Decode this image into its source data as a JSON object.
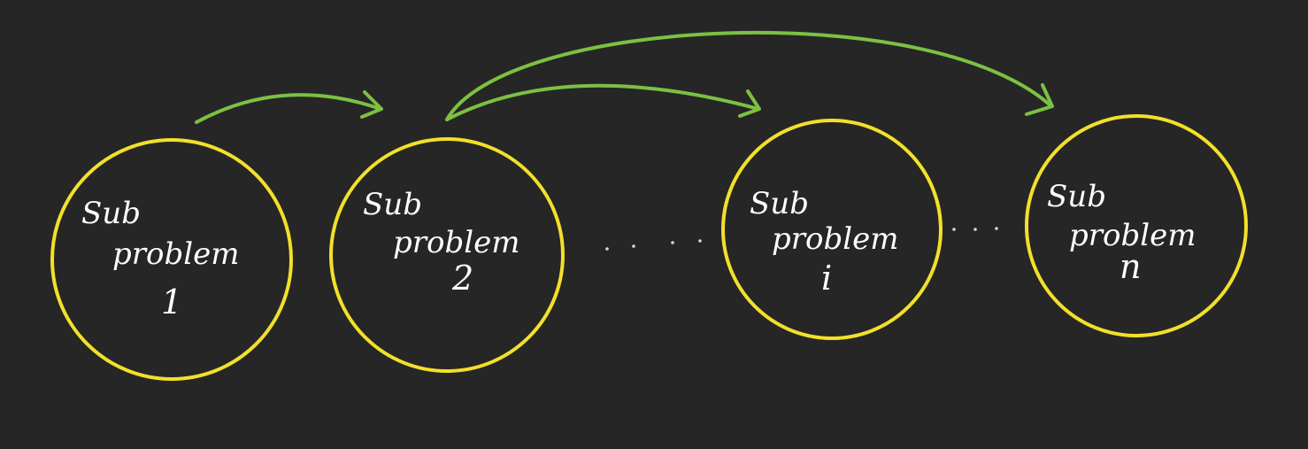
{
  "diagram": {
    "nodes": [
      {
        "id": "sub-problem-1",
        "line1": "Sub",
        "line2": "problem",
        "index": "1"
      },
      {
        "id": "sub-problem-2",
        "line1": "Sub",
        "line2": "problem",
        "index": "2"
      },
      {
        "id": "sub-problem-i",
        "line1": "Sub",
        "line2": "problem",
        "index": "i"
      },
      {
        "id": "sub-problem-n",
        "line1": "Sub",
        "line2": "problem",
        "index": "n"
      }
    ],
    "edges": [
      {
        "from": "sub-problem-1",
        "to": "sub-problem-2"
      },
      {
        "from": "sub-problem-2",
        "to": "sub-problem-i"
      },
      {
        "from": "sub-problem-2",
        "to": "sub-problem-n"
      }
    ],
    "colors": {
      "background": "#262626",
      "node_outline": "#f2e02a",
      "arrow": "#7cc142",
      "text": "#ffffff"
    }
  }
}
